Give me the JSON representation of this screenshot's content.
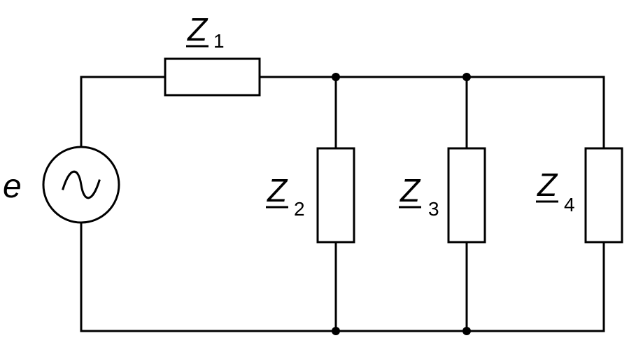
{
  "source": {
    "label": "e",
    "symbol": "~"
  },
  "components": [
    {
      "id": "z1",
      "letter": "Z",
      "subscript": "1"
    },
    {
      "id": "z2",
      "letter": "Z",
      "subscript": "2"
    },
    {
      "id": "z3",
      "letter": "Z",
      "subscript": "3"
    },
    {
      "id": "z4",
      "letter": "Z",
      "subscript": "4"
    }
  ],
  "colors": {
    "line": "#000000",
    "background": "#ffffff"
  }
}
